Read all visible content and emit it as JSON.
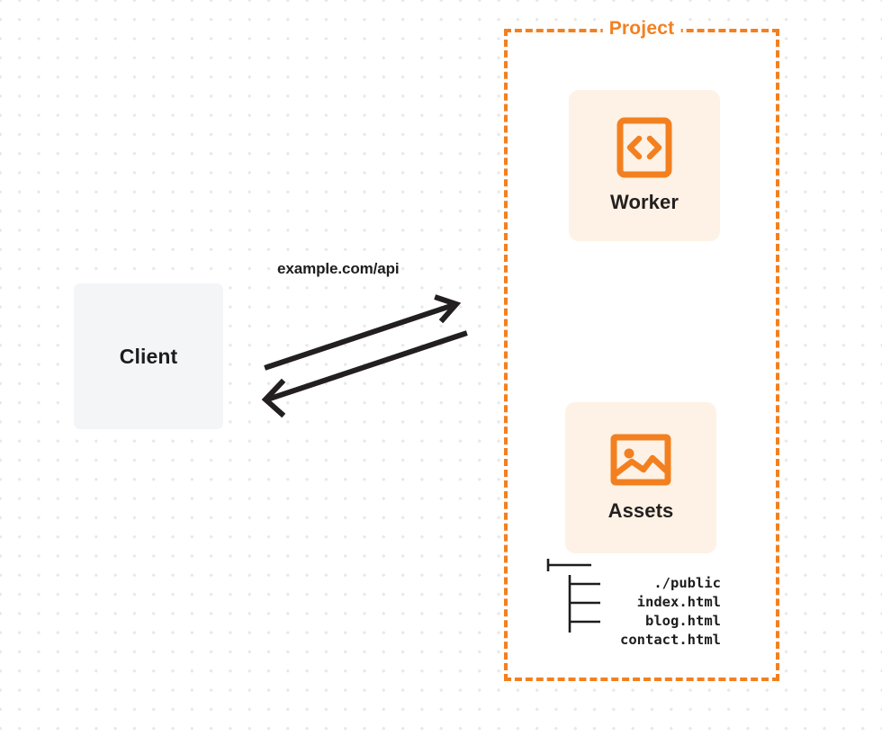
{
  "diagram": {
    "type": "architecture-flow",
    "title": "Client to Project Worker and Assets request flow",
    "colors": {
      "brand_orange": "#f38020",
      "card_background": "#fdf2e5",
      "client_background": "#f4f5f7",
      "text_dark": "#1d1d1f",
      "canvas_background": "#ffffff",
      "dot_grid": "#e8e8ea"
    }
  },
  "client": {
    "label": "Client"
  },
  "connection": {
    "label": "example.com/api",
    "direction": "bidirectional",
    "request_arrow": "client-to-project",
    "response_arrow": "project-to-client"
  },
  "project": {
    "title": "Project",
    "border_style": "dashed",
    "cards": [
      {
        "label": "Worker",
        "icon": "code-brackets-icon"
      },
      {
        "label": "Assets",
        "icon": "image-icon"
      }
    ],
    "file_tree": {
      "root": "./public",
      "root_connector": "├──",
      "children": [
        {
          "connector": "|__",
          "name": "index.html"
        },
        {
          "connector": "|__",
          "name": "blog.html"
        },
        {
          "connector": "|__",
          "name": "contact.html"
        }
      ]
    }
  }
}
